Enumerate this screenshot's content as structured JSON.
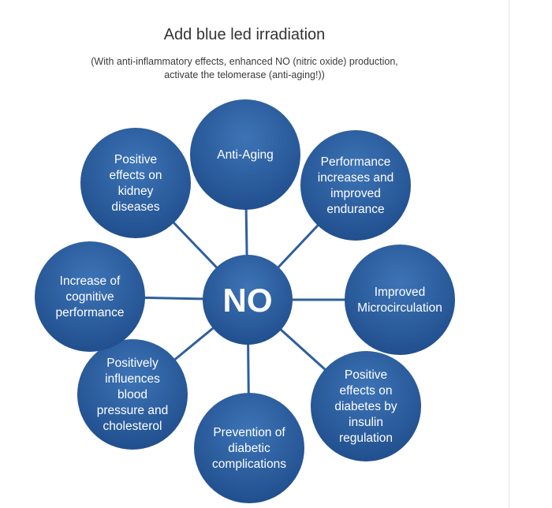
{
  "title": "Add blue led irradiation",
  "subtitle": "(With anti-inflammatory effects, enhanced NO (nitric oxide) production, activate the telomerase (anti-aging!))",
  "colors": {
    "node_fill": "#2a5b9c",
    "node_fill_light": "#3a6fb0",
    "connector": "#2f5f9e",
    "label_text": "#ffffff"
  },
  "center": {
    "label": "NO"
  },
  "nodes": [
    {
      "id": "anti-aging",
      "lines": [
        "Anti-Aging"
      ]
    },
    {
      "id": "performance",
      "lines": [
        "Performance",
        "increases and",
        "improved",
        "endurance"
      ]
    },
    {
      "id": "microcirculation",
      "lines": [
        "Improved",
        "Microcirculation"
      ]
    },
    {
      "id": "diabetes-insulin",
      "lines": [
        "Positive",
        "effects on",
        "diabetes by",
        "insulin",
        "regulation"
      ]
    },
    {
      "id": "diabetic-complications",
      "lines": [
        "Prevention of",
        "diabetic",
        "complications"
      ]
    },
    {
      "id": "blood-pressure",
      "lines": [
        "Positively",
        "influences",
        "blood",
        "pressure and",
        "cholesterol"
      ]
    },
    {
      "id": "cognitive",
      "lines": [
        "Increase of",
        "cognitive",
        "performance"
      ]
    },
    {
      "id": "kidney",
      "lines": [
        "Positive",
        "effects on",
        "kidney",
        "diseases"
      ]
    }
  ]
}
